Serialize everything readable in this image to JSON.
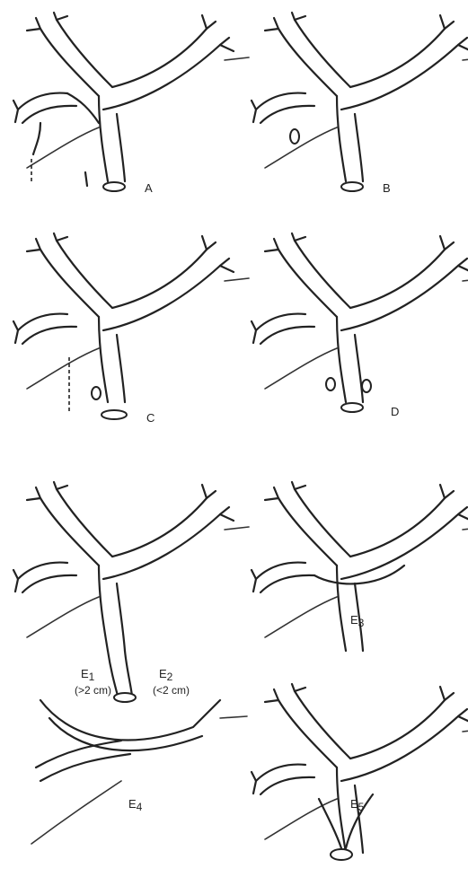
{
  "panels": [
    {
      "id": "A",
      "label": "A"
    },
    {
      "id": "B",
      "label": "B"
    },
    {
      "id": "C",
      "label": "C"
    },
    {
      "id": "D",
      "label": "D"
    },
    {
      "id": "E1",
      "label": "E",
      "sub": "1",
      "note": "(>2 cm)"
    },
    {
      "id": "E2",
      "label": "E",
      "sub": "2",
      "note": "(<2 cm)"
    },
    {
      "id": "E3",
      "label": "E",
      "sub": "3"
    },
    {
      "id": "E4",
      "label": "E",
      "sub": "4"
    },
    {
      "id": "E5",
      "label": "E",
      "sub": "5"
    }
  ]
}
